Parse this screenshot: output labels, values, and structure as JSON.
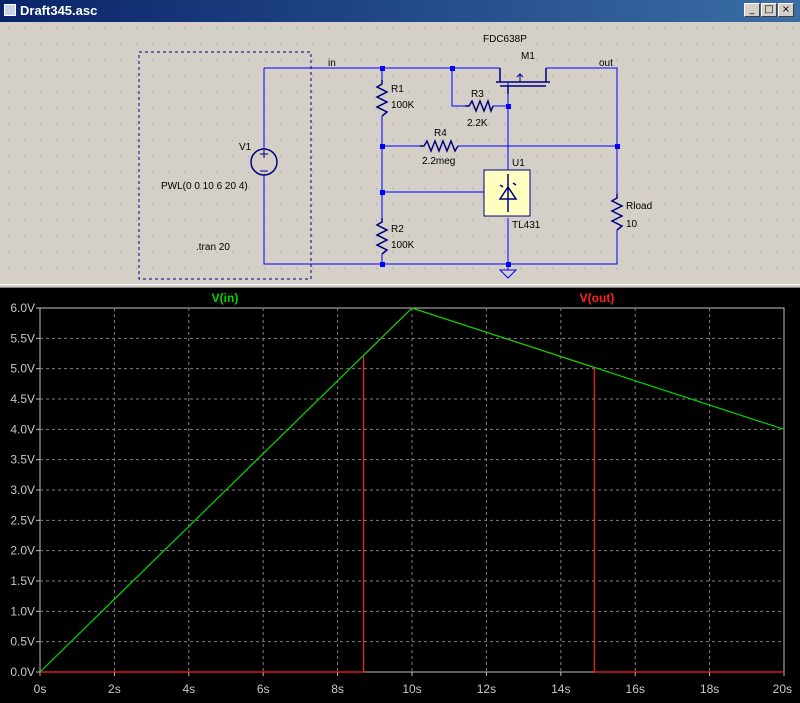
{
  "window": {
    "title": "Draft345.asc",
    "minimize_glyph": "_",
    "restore_glyph": "□",
    "close_glyph": "×"
  },
  "schematic": {
    "net_in": "in",
    "net_out": "out",
    "m1_name": "M1",
    "m1_model": "FDC638P",
    "r1_name": "R1",
    "r1_value": "100K",
    "r2_name": "R2",
    "r2_value": "100K",
    "r3_name": "R3",
    "r3_value": "2.2K",
    "r4_name": "R4",
    "r4_value": "2.2meg",
    "u1_name": "U1",
    "u1_model": "TL431",
    "v1_name": "V1",
    "v1_value": "PWL(0 0 10 6 20 4)",
    "rload_name": "Rload",
    "rload_value": "10",
    "directive": ".tran 20"
  },
  "colors": {
    "wire": "#0000ff",
    "component": "#000080",
    "u1_fill": "#ffffc0",
    "trace_in": "#00d800",
    "trace_out": "#ff2020",
    "grid": "#808080"
  },
  "chart_data": {
    "type": "line",
    "xlabel": "",
    "ylabel": "",
    "xlim": [
      0,
      20
    ],
    "ylim": [
      0,
      6
    ],
    "x_ticks": [
      "0s",
      "2s",
      "4s",
      "6s",
      "8s",
      "10s",
      "12s",
      "14s",
      "16s",
      "18s",
      "20s"
    ],
    "y_ticks": [
      "0.0V",
      "0.5V",
      "1.0V",
      "1.5V",
      "2.0V",
      "2.5V",
      "3.0V",
      "3.5V",
      "4.0V",
      "4.5V",
      "5.0V",
      "5.5V",
      "6.0V"
    ],
    "grid": true,
    "series": [
      {
        "name": "V(in)",
        "x": [
          0,
          10,
          20
        ],
        "y": [
          0,
          6,
          4
        ]
      },
      {
        "name": "V(out)",
        "x": [
          0,
          8.7,
          8.7,
          10,
          14.9,
          14.9,
          20
        ],
        "y": [
          0,
          0,
          5.22,
          6,
          5.02,
          0,
          0
        ]
      }
    ]
  }
}
